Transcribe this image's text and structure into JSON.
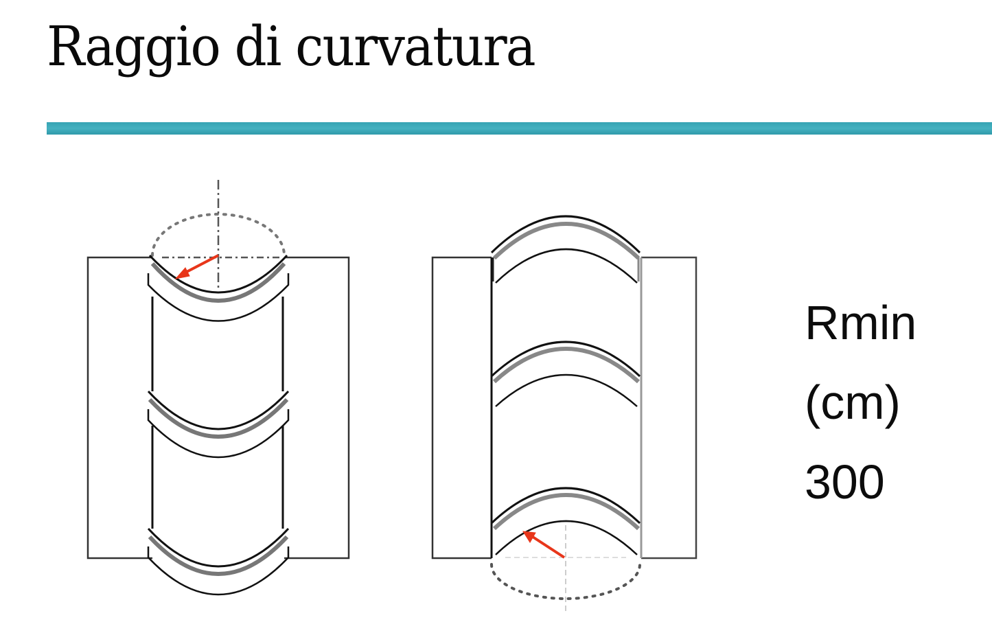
{
  "title": "Raggio di curvatura",
  "accent_color": "#3aa9b8",
  "diagrams": [
    {
      "name": "convex-bend",
      "description": "Cylinder bending outward with radius arrow at top"
    },
    {
      "name": "concave-bend",
      "description": "Cylinder bending inward with radius arrow at bottom"
    }
  ],
  "arrow_color": "#e8361a",
  "spec": {
    "label": "Rmin",
    "unit": "(cm)",
    "value": "300"
  }
}
